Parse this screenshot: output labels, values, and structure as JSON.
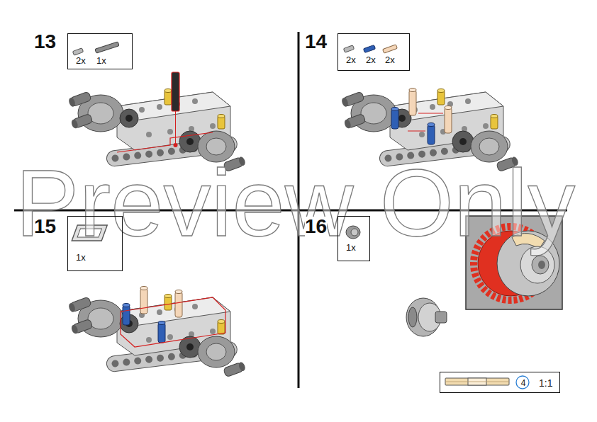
{
  "diagram": {
    "nodes": [
      {
        "text": [
          "2x",
          "1x"
        ]
      },
      {
        "text": [
          "2x",
          "2x",
          "2x"
        ]
      },
      {
        "text": [
          "1x"
        ]
      },
      {
        "text": [
          "1x"
        ]
      },
      {
        "text": [
          "4",
          "1:1"
        ]
      }
    ],
    "labels": [
      "13",
      "14",
      "15",
      "16",
      "Preview Only"
    ]
  }
}
